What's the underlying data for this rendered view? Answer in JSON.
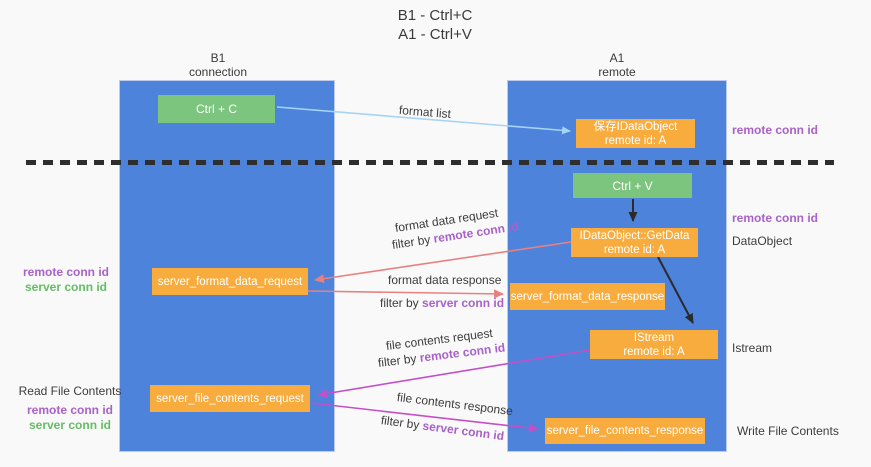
{
  "title": {
    "line1": "B1 - Ctrl+C",
    "line2": "A1 - Ctrl+V"
  },
  "lanes": {
    "left": {
      "header1": "B1",
      "header2": "connection"
    },
    "right": {
      "header1": "A1",
      "header2": "remote"
    }
  },
  "nodes": {
    "ctrl_c": {
      "label": "Ctrl + C"
    },
    "ctrl_v": {
      "label": "Ctrl + V"
    },
    "save_idataobject": {
      "line1": "保存IDataObject",
      "line2": "remote id: A"
    },
    "getdata": {
      "line1": "IDataObject::GetData",
      "line2": "remote id: A"
    },
    "format_request": {
      "label": "server_format_data_request"
    },
    "format_response": {
      "label": "server_format_data_response"
    },
    "istream": {
      "line1": "IStream",
      "line2": "remote id: A"
    },
    "file_request": {
      "label": "server_file_contents_request"
    },
    "file_response": {
      "label": "server_file_contents_response"
    }
  },
  "edge_labels": {
    "format_list": "format list",
    "format_data_request": "format data request",
    "format_data_request_filter_prefix": "filter by ",
    "format_data_request_filter_key": "remote conn id",
    "format_data_response": "format data response",
    "format_data_response_filter_prefix": "filter by ",
    "format_data_response_filter_key": "server conn id",
    "file_contents_request": "file contents request",
    "file_contents_request_filter_prefix": "filter by ",
    "file_contents_request_filter_key": "remote conn id",
    "file_contents_response": "file contents response",
    "file_contents_response_filter_prefix": "filter by ",
    "file_contents_response_filter_key": "server conn id"
  },
  "side_labels": {
    "right_top_remote_conn_id": "remote conn id",
    "right_mid_remote_conn_id": "remote conn id",
    "right_dataobject": "DataObject",
    "right_istream": "Istream",
    "right_write_file_contents": "Write File Contents",
    "left_remote_conn_id_1": "remote conn id",
    "left_server_conn_id_1": "server conn id",
    "left_read_file_contents": "Read File Contents",
    "left_remote_conn_id_2": "remote conn id",
    "left_server_conn_id_2": "server conn id"
  },
  "colors": {
    "lane_blue": "#4d83da",
    "node_orange": "#f8ac3e",
    "node_green": "#7cc57e",
    "arrow_light_blue": "#a5d4f4",
    "arrow_black": "#2b2b2b",
    "arrow_salmon": "#e98080",
    "arrow_magenta": "#c44fc8",
    "label_purple": "#a862c8",
    "label_green": "#64bd64",
    "text_dark": "#3c3c3c"
  }
}
